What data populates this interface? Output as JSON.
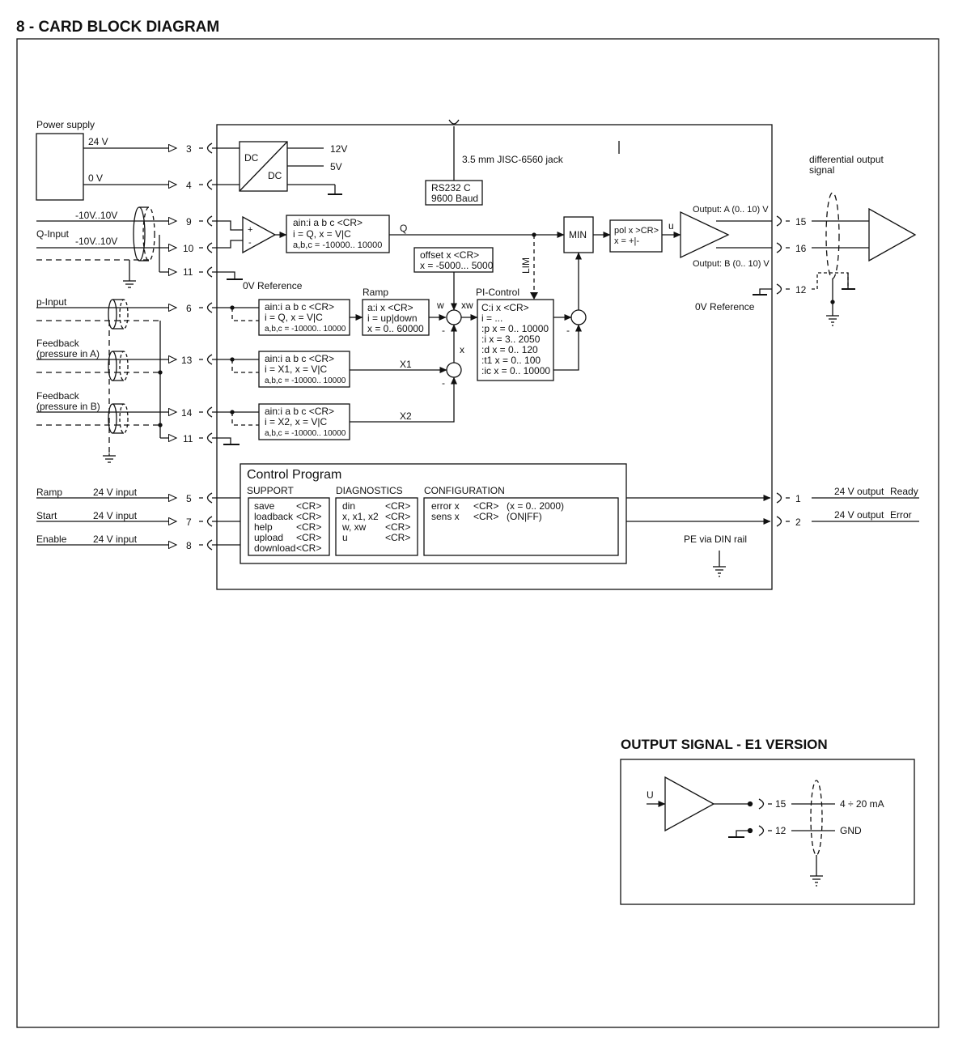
{
  "headings": {
    "main": "8 - CARD BLOCK DIAGRAM",
    "e1": "OUTPUT SIGNAL - E1 VERSION"
  },
  "power": {
    "label": "Power supply",
    "v24": "24 V",
    "v0": "0 V",
    "pin3": "3",
    "pin4": "4",
    "dc_in": "DC",
    "dc_out": "DC",
    "out12": "12V",
    "out5": "5V"
  },
  "rs232": {
    "line1": "RS232 C",
    "line2": "9600 Baud",
    "jack": "3.5 mm JISC-6560 jack"
  },
  "qinput": {
    "label": "Q-Input",
    "range1": "-10V..10V",
    "range2": "-10V..10V",
    "pin9": "9",
    "pin10": "10",
    "pin11": "11",
    "ref": "0V Reference",
    "plus": "+",
    "minus": "-",
    "box": [
      "ain:i a b c <CR>",
      "i = Q,  x = V|C",
      "a,b,c = -10000.. 10000"
    ],
    "q": "Q"
  },
  "pinput": {
    "label": "p-Input",
    "pin6": "6",
    "box": [
      "ain:i a b c <CR>",
      "i = Q,  x = V|C",
      "a,b,c = -10000.. 10000"
    ]
  },
  "feedA": {
    "label1": "Feedback",
    "label2": "(pressure in A)",
    "pin13": "13",
    "box": [
      "ain:i a b c <CR>",
      "i = X1,  x = V|C",
      "a,b,c = -10000.. 10000"
    ],
    "x1": "X1"
  },
  "feedB": {
    "label1": "Feedback",
    "label2": "(pressure in B)",
    "pin14": "14",
    "pin11": "11",
    "box": [
      "ain:i a b c <CR>",
      "i = X2,  x = V|C",
      "a,b,c = -10000.. 10000"
    ],
    "x2": "X2"
  },
  "ramp": {
    "title": "Ramp",
    "box": [
      "a:i x <CR>",
      "i = up|down",
      "x = 0.. 60000"
    ]
  },
  "offset": {
    "box": [
      "offset x <CR>",
      "x = -5000... 5000"
    ]
  },
  "sum": {
    "w": "w",
    "xw": "xw",
    "x": "x",
    "minus": "-"
  },
  "lim": "LIM",
  "pi": {
    "title": "PI-Control",
    "lines": [
      "C:i x <CR>",
      "i = ...",
      ":p x = 0.. 10000",
      ":i x = 3.. 2050",
      ":d x = 0.. 120",
      ":t1 x = 0.. 100",
      ":ic x = 0.. 10000"
    ]
  },
  "min": "MIN",
  "pol": {
    "box": [
      "pol x >CR>",
      "x = +|-"
    ],
    "u": "u"
  },
  "output": {
    "a": "Output: A (0.. 10) V",
    "b": "Output: B (0.. 10) V",
    "pin15": "15",
    "pin16": "16",
    "pin12": "12",
    "diff1": "differential output",
    "diff2": "signal",
    "ref": "0V Reference"
  },
  "program": {
    "title": "Control Program",
    "support": "SUPPORT",
    "diagnostics": "DIAGNOSTICS",
    "configuration": "CONFIGURATION",
    "support_items": [
      {
        "cmd": "save",
        "cr": "<CR>"
      },
      {
        "cmd": "loadback",
        "cr": "<CR>"
      },
      {
        "cmd": "help",
        "cr": "<CR>"
      },
      {
        "cmd": "upload",
        "cr": "<CR>"
      },
      {
        "cmd": "download",
        "cr": "<CR>"
      }
    ],
    "diag_items": [
      {
        "cmd": "din",
        "cr": "<CR>"
      },
      {
        "cmd": "x, x1, x2",
        "cr": "<CR>"
      },
      {
        "cmd": "w, xw",
        "cr": "<CR>"
      },
      {
        "cmd": "u",
        "cr": "<CR>"
      }
    ],
    "config_items": [
      {
        "cmd": "error x",
        "cr": "<CR>",
        "arg": "(x = 0.. 2000)"
      },
      {
        "cmd": "sens x",
        "cr": "<CR>",
        "arg": "(ON|FF)"
      }
    ]
  },
  "digital_in": [
    {
      "name": "Ramp",
      "type": "24 V input",
      "pin": "5"
    },
    {
      "name": "Start",
      "type": "24 V input",
      "pin": "7"
    },
    {
      "name": "Enable",
      "type": "24 V input",
      "pin": "8"
    }
  ],
  "digital_out": [
    {
      "pin": "1",
      "type": "24 V output",
      "name": "Ready"
    },
    {
      "pin": "2",
      "type": "24 V output",
      "name": "Error"
    }
  ],
  "pe": "PE via DIN rail",
  "e1": {
    "u": "U",
    "pin15": "15",
    "pin12": "12",
    "current": "4 ÷ 20 mA",
    "gnd": "GND"
  }
}
